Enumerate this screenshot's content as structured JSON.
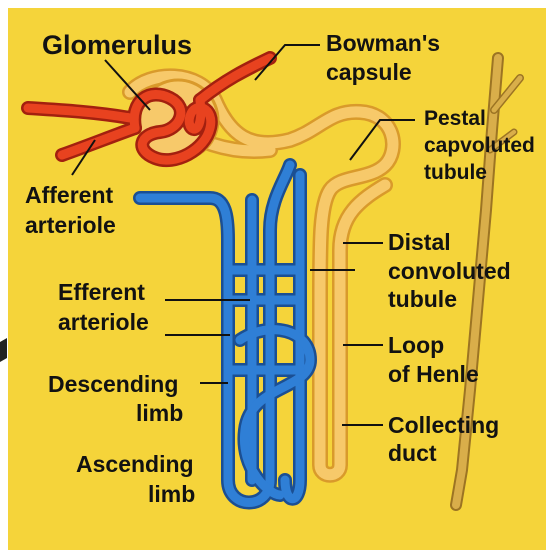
{
  "labels": {
    "glomerulus": "Glomerulus",
    "bowman_line1": "Bowman's",
    "bowman_line2": "capsule",
    "pestal_line1": "Pestal",
    "pestal_line2": "capvoluted",
    "pestal_line3": "tubule",
    "afferent_line1": "Afferent",
    "afferent_line2": "arteriole",
    "efferent_line1": "Efferent",
    "efferent_line2": "arteriole",
    "distal_line1": "Distal",
    "distal_line2": "convoluted",
    "distal_line3": "tubule",
    "loop_line1": "Loop",
    "loop_line2": "of Henle",
    "descending_line1": "Descending",
    "descending_line2": "limb",
    "collecting_line1": "Collecting",
    "collecting_line2": "duct",
    "ascending_line1": "Ascending",
    "ascending_line2": "limb"
  },
  "colors": {
    "background": "#f5d43a",
    "frame": "#ffffff",
    "vessel_red": "#e8421f",
    "vessel_red_outline": "#a3200f",
    "tubule": "#f7c96a",
    "tubule_outline": "#d99a2b",
    "capillary_blue": "#2f7fd6",
    "capillary_blue_outline": "#1b4f93",
    "duct": "#d9ae4a",
    "duct_outline": "#9c7423",
    "leader": "#111111",
    "text": "#121212"
  }
}
